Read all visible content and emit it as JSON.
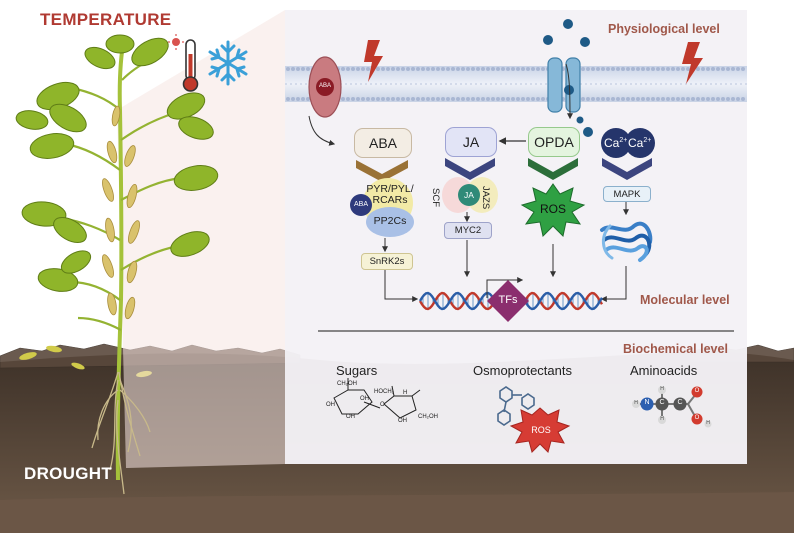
{
  "titles": {
    "temperature": "TEMPERATURE",
    "drought": "DROUGHT"
  },
  "levels": {
    "physiological": "Physiological level",
    "molecular": "Molecular level",
    "biochemical": "Biochemical level"
  },
  "receptor": {
    "aba_label": "ABA"
  },
  "signaling": {
    "aba": "ABA",
    "ja": "JA",
    "opda": "OPDA",
    "ca_left": "Ca",
    "ca_right": "Ca",
    "ca_charge": "2+",
    "pyr_line1": "PYR/PYL/",
    "pyr_line2": "RCARs",
    "aba_circle": "ABA",
    "pp2cs": "PP2Cs",
    "snrk2s": "SnRK2s",
    "scf": "SCF",
    "ja_circle": "JA",
    "jazs": "JAZS",
    "myc2": "MYC2",
    "ros": "ROS",
    "mapk": "MAPK",
    "tfs": "TFs"
  },
  "biochemical": {
    "sugars": "Sugars",
    "osmoprotectants": "Osmoprotectants",
    "aminoacids": "Aminoacids",
    "ros": "ROS",
    "sugar_labels": {
      "ch2oh_top": "CH₂OH",
      "hoch2": "HOCH₂",
      "ch2oh_right": "CH₂OH",
      "oh": "OH",
      "h": "H",
      "o": "O"
    },
    "amino_atoms": {
      "n": "N",
      "c": "C",
      "h": "H",
      "o": "O"
    }
  },
  "colors": {
    "panel_bg": "#f4f2f6",
    "soil_dark": "#4a3a2e",
    "soil_mid": "#6f5a48",
    "plant_green": "#8fb52a",
    "pod": "#d8c26a",
    "lightning": "#c0392b",
    "title_red": "#b03a32",
    "level_text": "#a0584a"
  }
}
